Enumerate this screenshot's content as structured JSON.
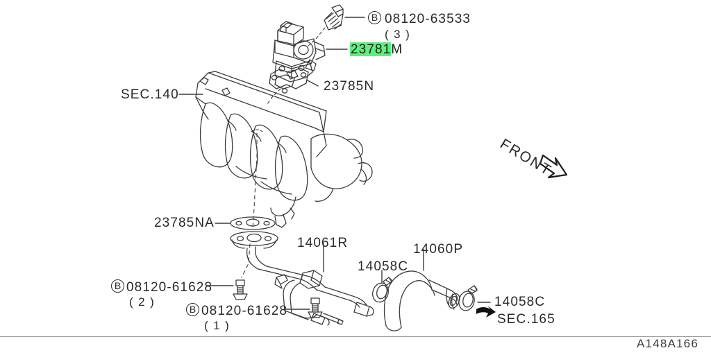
{
  "page": {
    "background_color": "#ffffff",
    "line_color": "#3c3c3c",
    "text_color": "#2a2a2a",
    "highlight_color": "#5ef07d",
    "footer_code": "A148A166",
    "orientation_note": "FRONT"
  },
  "callouts": {
    "top_bolt": {
      "marker": "B",
      "part_number": "08120-63533",
      "quantity": "( 3 )"
    },
    "egr_valve": {
      "part_number": "23781M",
      "highlighted": true,
      "highlight_color": "#5ef07d"
    },
    "valve_gasket": {
      "part_number": "23785N"
    },
    "manifold_section": {
      "part_number": "SEC.140"
    },
    "tube_gasket": {
      "part_number": "23785NA"
    },
    "egr_tube": {
      "part_number": "14061R"
    },
    "hose": {
      "part_number": "14060P"
    },
    "clamp_left": {
      "part_number": "14058C"
    },
    "clamp_right": {
      "part_number": "14058C"
    },
    "exhaust_section": {
      "part_number": "SEC.165"
    },
    "bolt_qty2": {
      "marker": "B",
      "part_number": "08120-61628",
      "quantity": "( 2 )"
    },
    "bolt_qty1": {
      "marker": "B",
      "part_number": "08120-61628",
      "quantity": "( 1 )"
    }
  },
  "icons": {
    "front_arrow": "arrow-outline-icon",
    "sec165_arrow": "arrow-solid-icon",
    "b_marker": "circled-b-icon"
  }
}
